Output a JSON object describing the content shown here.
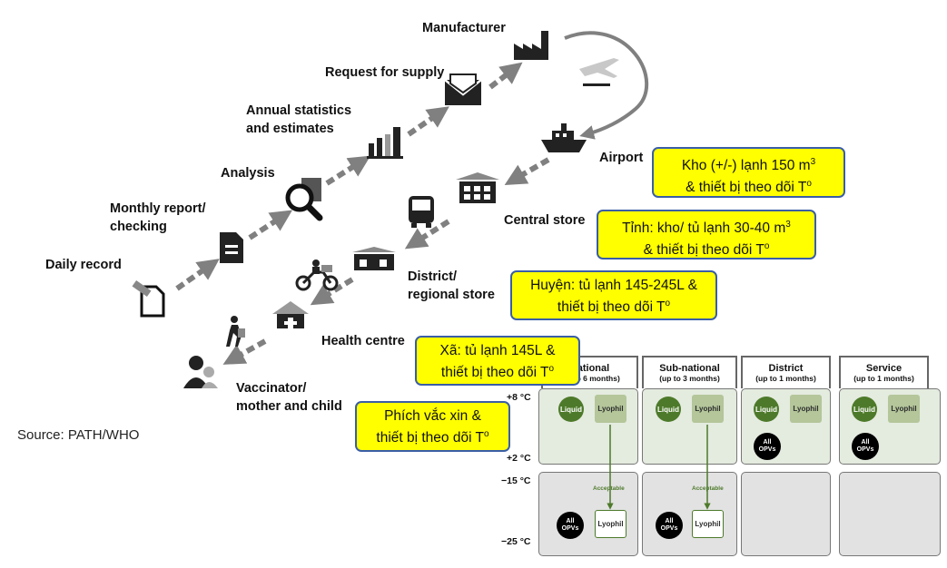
{
  "flow_labels": {
    "manufacturer": "Manufacturer",
    "request_for_supply": "Request for supply",
    "annual_stats_line1": "Annual statistics",
    "annual_stats_line2": "and estimates",
    "analysis": "Analysis",
    "monthly_report_line1": "Monthly report/",
    "monthly_report_line2": "checking",
    "daily_record": "Daily record",
    "airport": "Airport",
    "central_store": "Central store",
    "district_store_line1": "District/",
    "district_store_line2": "regional store",
    "health_centre": "Health centre",
    "vaccinator_line1": "Vaccinator/",
    "vaccinator_line2": "mother and child"
  },
  "source": "Source: PATH/WHO",
  "notes": {
    "national": {
      "line1": "Kho (+/-) lạnh 150 m",
      "sup": "3",
      "line2": "& thiết bị theo dõi T",
      "line2_sup": "o"
    },
    "province": {
      "line1": "Tỉnh: kho/ tủ lạnh 30-40 m",
      "sup": "3",
      "line2": "& thiết bị theo dõi T",
      "line2_sup": "o"
    },
    "district": {
      "line1": "Huyện: tủ lạnh 145-245L &",
      "line2": "thiết bị theo dõi T",
      "line2_sup": "o"
    },
    "commune": {
      "line1": "Xã: tủ lạnh 145L &",
      "line2": "thiết bị theo dõi T",
      "line2_sup": "o"
    },
    "vaccine_carrier": {
      "line1": "Phích vắc xin &",
      "line2": "thiết bị theo dõi T",
      "line2_sup": "o"
    }
  },
  "storage_panel": {
    "columns": [
      {
        "title": "National",
        "subtitle": "(up to 6 months)"
      },
      {
        "title": "Sub-national",
        "subtitle": "(up to 3 months)"
      },
      {
        "title": "District",
        "subtitle": "(up to 1 months)"
      },
      {
        "title": "Service",
        "subtitle": "(up to 1 months)"
      }
    ],
    "temps": {
      "t1": "+8 °C",
      "t2": "+2 °C",
      "t3": "−15 °C",
      "t4": "−25 °C"
    },
    "liquid": "Liquid",
    "lyophil": "Lyophil",
    "all_opvs_line1": "All",
    "all_opvs_line2": "OPVs",
    "acceptable": "Acceptable",
    "colors": {
      "liquid": "#4d7a2a",
      "lyophil": "#b4c69a",
      "warm_band": "#e4ebdf",
      "cold_band": "#e2e2e2"
    }
  }
}
